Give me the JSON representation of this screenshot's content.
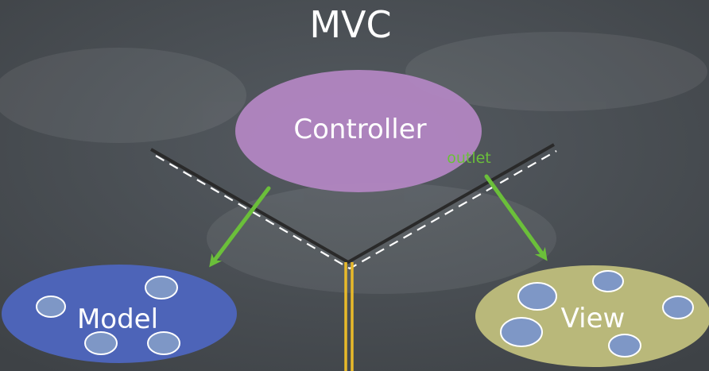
{
  "title": "MVC",
  "nodes": {
    "controller": {
      "label": "Controller",
      "color": "#b286c2"
    },
    "model": {
      "label": "Model",
      "color": "#4d64b8"
    },
    "view": {
      "label": "View",
      "color": "#b9b87a"
    }
  },
  "edges": {
    "controller_to_view": {
      "label": "outlet"
    }
  },
  "colors": {
    "background": "#4a4f54",
    "arrow": "#6bbf3a",
    "divider_outer": "#2a2a2a",
    "divider_dash": "#ffffff",
    "road_line": "#e8b92a",
    "circle_fill": "#7e97c6",
    "circle_stroke": "#ffffff"
  }
}
